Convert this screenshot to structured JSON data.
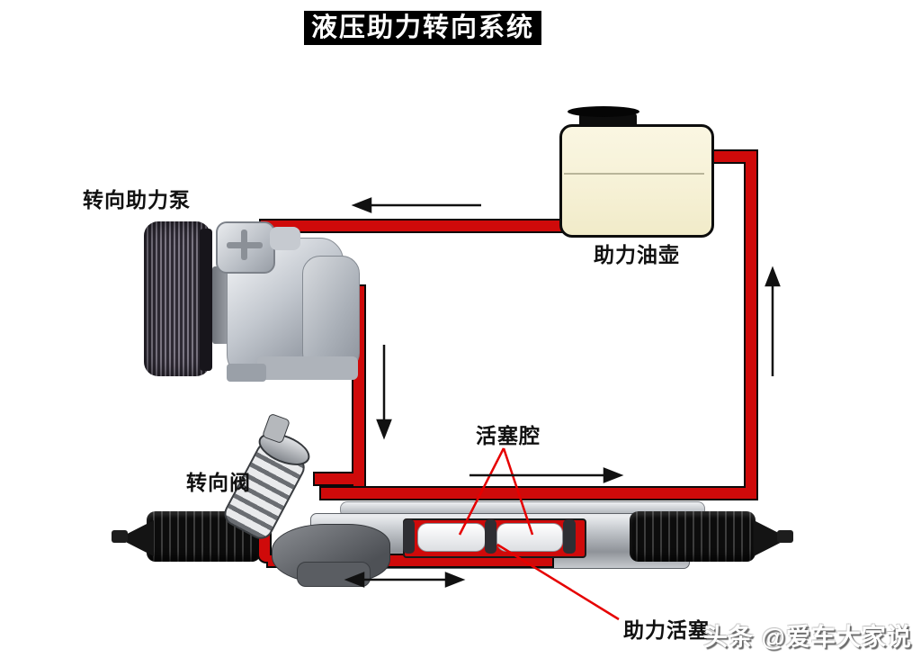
{
  "title": "液压助力转向系统",
  "components": {
    "pump_label": "转向助力泵",
    "reservoir_label": "助力油壶",
    "valve_label": "转向阀",
    "piston_chamber_label": "活塞腔",
    "power_piston_label": "助力活塞"
  },
  "watermark": "头条 @爱车大家说",
  "flow_arrows": {
    "reservoir_to_pump": "left",
    "pump_to_valve": "down",
    "rack_to_reservoir": "up",
    "chamber_flow": "right",
    "rack_travel": "left-right"
  },
  "colors": {
    "pipe_red": "#cf0a0a",
    "title_bg": "#000000",
    "title_fg": "#ffffff",
    "reservoir_fill": "#f7f2d8",
    "pointer_red": "#e60000"
  }
}
